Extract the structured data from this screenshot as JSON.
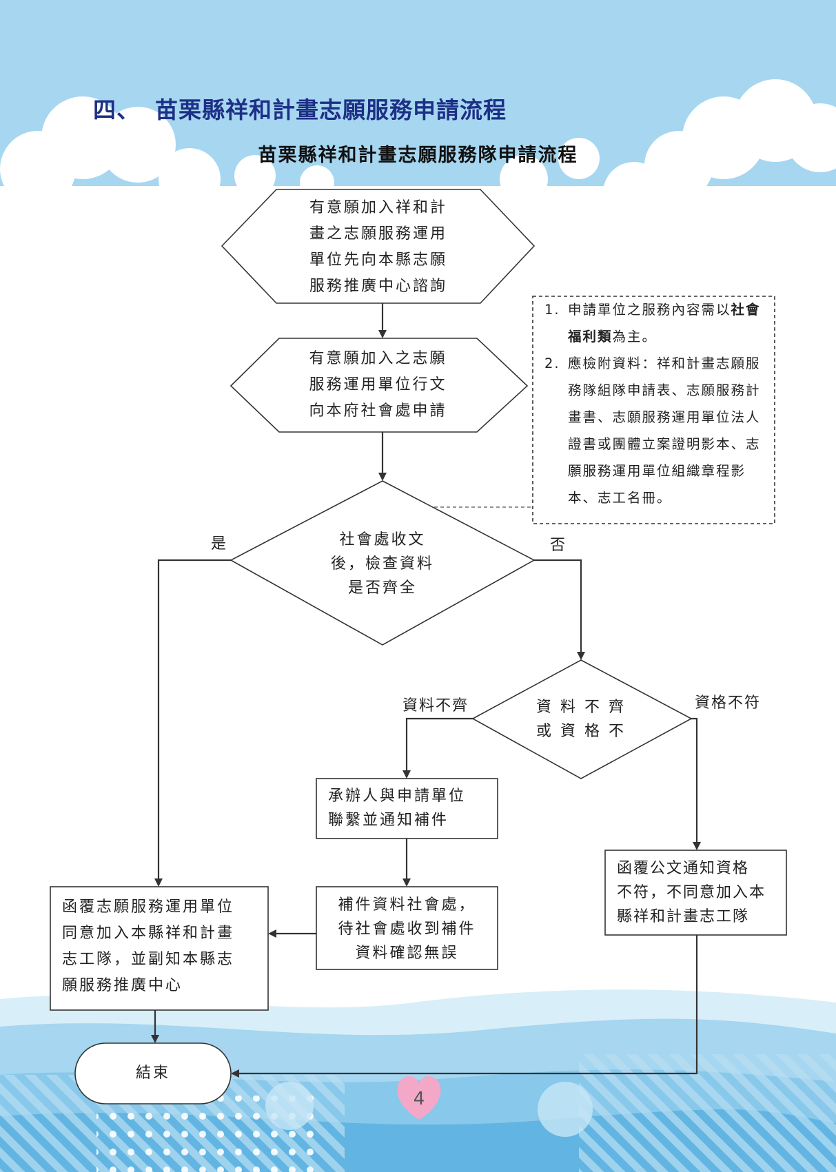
{
  "heading": {
    "number": "四、",
    "title": "苗栗縣祥和計畫志願服務申請流程"
  },
  "subtitle": "苗栗縣祥和計畫志願服務隊申請流程",
  "nodes": {
    "consult": [
      "有意願加入祥和計",
      "畫之志願服務運用",
      "單位先向本縣志願",
      "服務推廣中心諮詢"
    ],
    "apply": [
      "有意願加入之志願",
      "服務運用單位行文",
      "向本府社會處申請"
    ],
    "check": [
      "社會處收文",
      "後，檢查資料",
      "是否齊全"
    ],
    "incomplete": [
      "資 料 不 齊",
      "或 資 格 不"
    ],
    "notify": [
      "承辦人與申請單位",
      "聯繫並通知補件"
    ],
    "resubmit": [
      "補件資料社會處，",
      "待社會處收到補件",
      "資料確認無誤"
    ],
    "approve": [
      "函覆志願服務運用單位",
      "同意加入本縣祥和計畫",
      "志工隊，並副知本縣志",
      "願服務推廣中心"
    ],
    "reject": [
      "函覆公文通知資格",
      "不符，不同意加入本",
      "縣祥和計畫志工隊"
    ],
    "end": "結束"
  },
  "labels": {
    "yes": "是",
    "no": "否",
    "data_incomplete": "資料不齊",
    "unqualified": "資格不符"
  },
  "note": {
    "item1_num": "1.",
    "item1_pre": "申請單位之服務內容需以",
    "item1_bold": "社會福利類",
    "item1_post": "為主。",
    "item2_num": "2.",
    "item2_text": "應檢附資料：祥和計畫志願服務隊組隊申請表、志願服務計畫書、志願服務運用單位法人證書或團體立案證明影本、志願服務運用單位組織章程影本、志工名冊。"
  },
  "page_number": "4",
  "colors": {
    "heading": "#1d2f86",
    "sky": "#a6d6f0",
    "heart": "#f3a8c8",
    "line": "#333333"
  }
}
